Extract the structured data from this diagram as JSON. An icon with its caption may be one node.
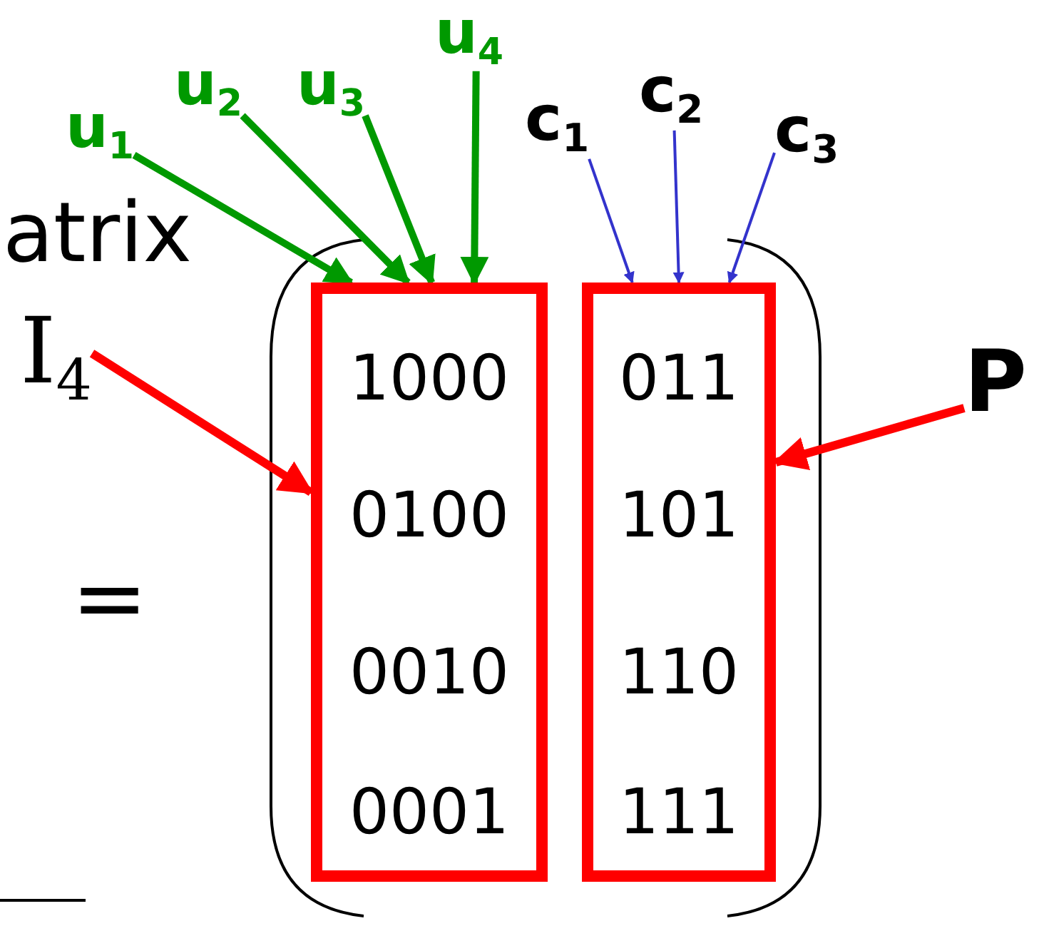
{
  "diagram": {
    "nodes": [
      {
        "text": [
          "u$_{1}$"
        ]
      },
      {
        "text": [
          "u$_{2}$"
        ]
      },
      {
        "text": [
          "u$_{3}$"
        ]
      },
      {
        "text": [
          "u$_{4}$"
        ]
      },
      {
        "text": [
          "c$_{1}$"
        ]
      },
      {
        "text": [
          "c$_{2}$"
        ]
      },
      {
        "text": [
          "c$_{3}$"
        ]
      },
      {
        "text": [
          "I$_{4}$"
        ]
      },
      {
        "text": [
          "P"
        ]
      },
      {
        "text": [
          "1000",
          "0100",
          "0010",
          "0001"
        ]
      },
      {
        "text": [
          "011",
          "101",
          "110",
          "111"
        ]
      }
    ],
    "edges": [
      {
        "from": 0,
        "to": 9,
        "arrow": "to",
        "color": "#009900"
      },
      {
        "from": 1,
        "to": 9,
        "arrow": "to",
        "color": "#009900"
      },
      {
        "from": 2,
        "to": 9,
        "arrow": "to",
        "color": "#009900"
      },
      {
        "from": 3,
        "to": 9,
        "arrow": "to",
        "color": "#009900"
      },
      {
        "from": 4,
        "to": 10,
        "arrow": "to",
        "color": "#3333cc"
      },
      {
        "from": 5,
        "to": 10,
        "arrow": "to",
        "color": "#3333cc"
      },
      {
        "from": 6,
        "to": 10,
        "arrow": "to",
        "color": "#3333cc"
      },
      {
        "from": 7,
        "to": 9,
        "arrow": "to",
        "color": "#ff0000"
      },
      {
        "from": 8,
        "to": 10,
        "arrow": "to",
        "color": "#ff0000"
      }
    ],
    "labels": [
      "atrix",
      "="
    ]
  }
}
